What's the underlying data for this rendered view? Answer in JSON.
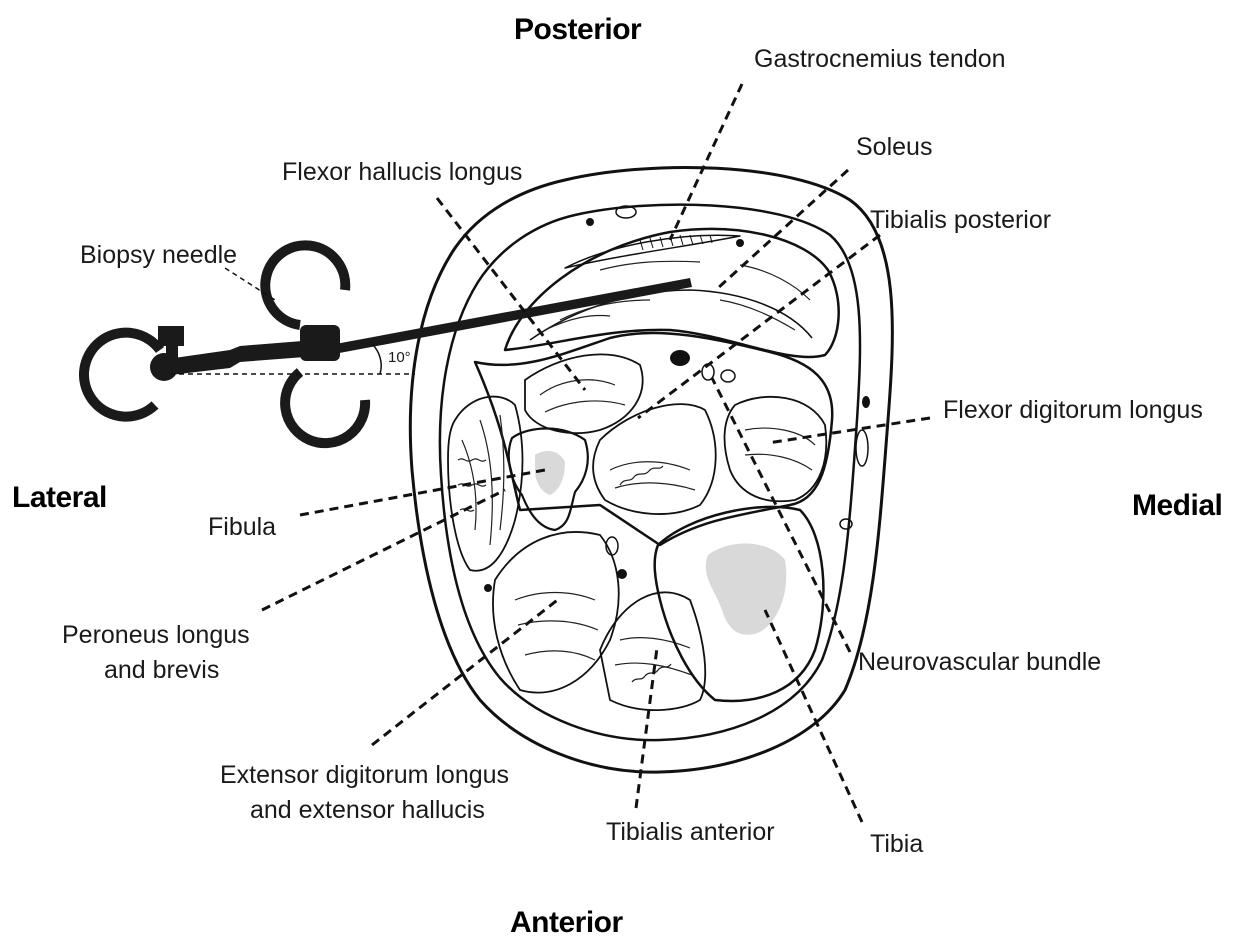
{
  "directions": {
    "posterior": "Posterior",
    "anterior": "Anterior",
    "lateral": "Lateral",
    "medial": "Medial"
  },
  "labels": {
    "gastrocnemius_tendon": "Gastrocnemius tendon",
    "soleus": "Soleus",
    "flexor_hallucis_longus": "Flexor hallucis longus",
    "tibialis_posterior": "Tibialis posterior",
    "biopsy_needle": "Biopsy needle",
    "flexor_digitorum_longus": "Flexor digitorum longus",
    "fibula": "Fibula",
    "peroneus_line1": "Peroneus longus",
    "peroneus_line2": "and brevis",
    "neurovascular_bundle": "Neurovascular bundle",
    "extensor_line1": "Extensor digitorum longus",
    "extensor_line2": "and extensor hallucis",
    "tibialis_anterior": "Tibialis anterior",
    "tibia": "Tibia"
  },
  "needle_angle_label": "10°",
  "colors": {
    "ink": "#111111",
    "bone_fill": "#ffffff",
    "marrow_fill": "#d9d9d9",
    "needle": "#1a1a1a"
  }
}
